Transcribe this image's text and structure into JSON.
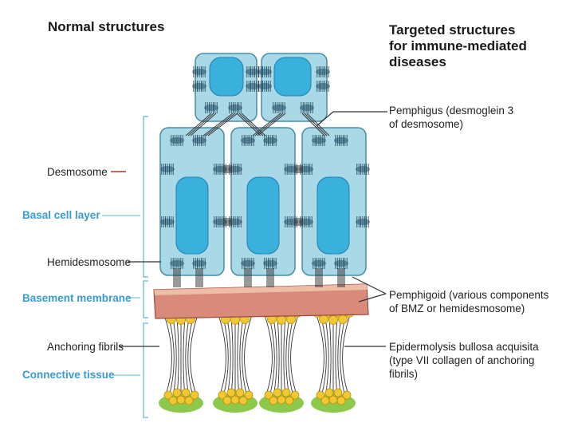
{
  "headers": {
    "normal": "Normal structures",
    "targeted": "Targeted structures\nfor immune-mediated\ndiseases"
  },
  "left_labels": {
    "desmosome": "Desmosome",
    "basal_cell_layer": "Basal cell layer",
    "hemidesmosome": "Hemidesmosome",
    "basement_membrane": "Basement membrane",
    "anchoring_fibrils": "Anchoring fibrils",
    "connective_tissue": "Connective tissue"
  },
  "right_labels": {
    "pemphigus": "Pemphigus (desmoglein 3\nof desmosome)",
    "pemphigoid": "Pemphigoid (various components\nof BMZ or hemidesmosome)",
    "eba": "Epidermolysis bullosa acquisita\n(type VII collagen of anchoring\nfibrils)"
  },
  "colors": {
    "cell_fill": "#a9d8e6",
    "cell_stroke": "#4a8ca6",
    "nucleus": "#3ab0dc",
    "membrane_fill": "#d98a7a",
    "membrane_top": "#f3c9b3",
    "node": "#f2c832",
    "node_stroke": "#b98f10",
    "grass": "#8cc84a",
    "bracket": "#7cc0e0",
    "label_blue": "#3a9ad0"
  }
}
